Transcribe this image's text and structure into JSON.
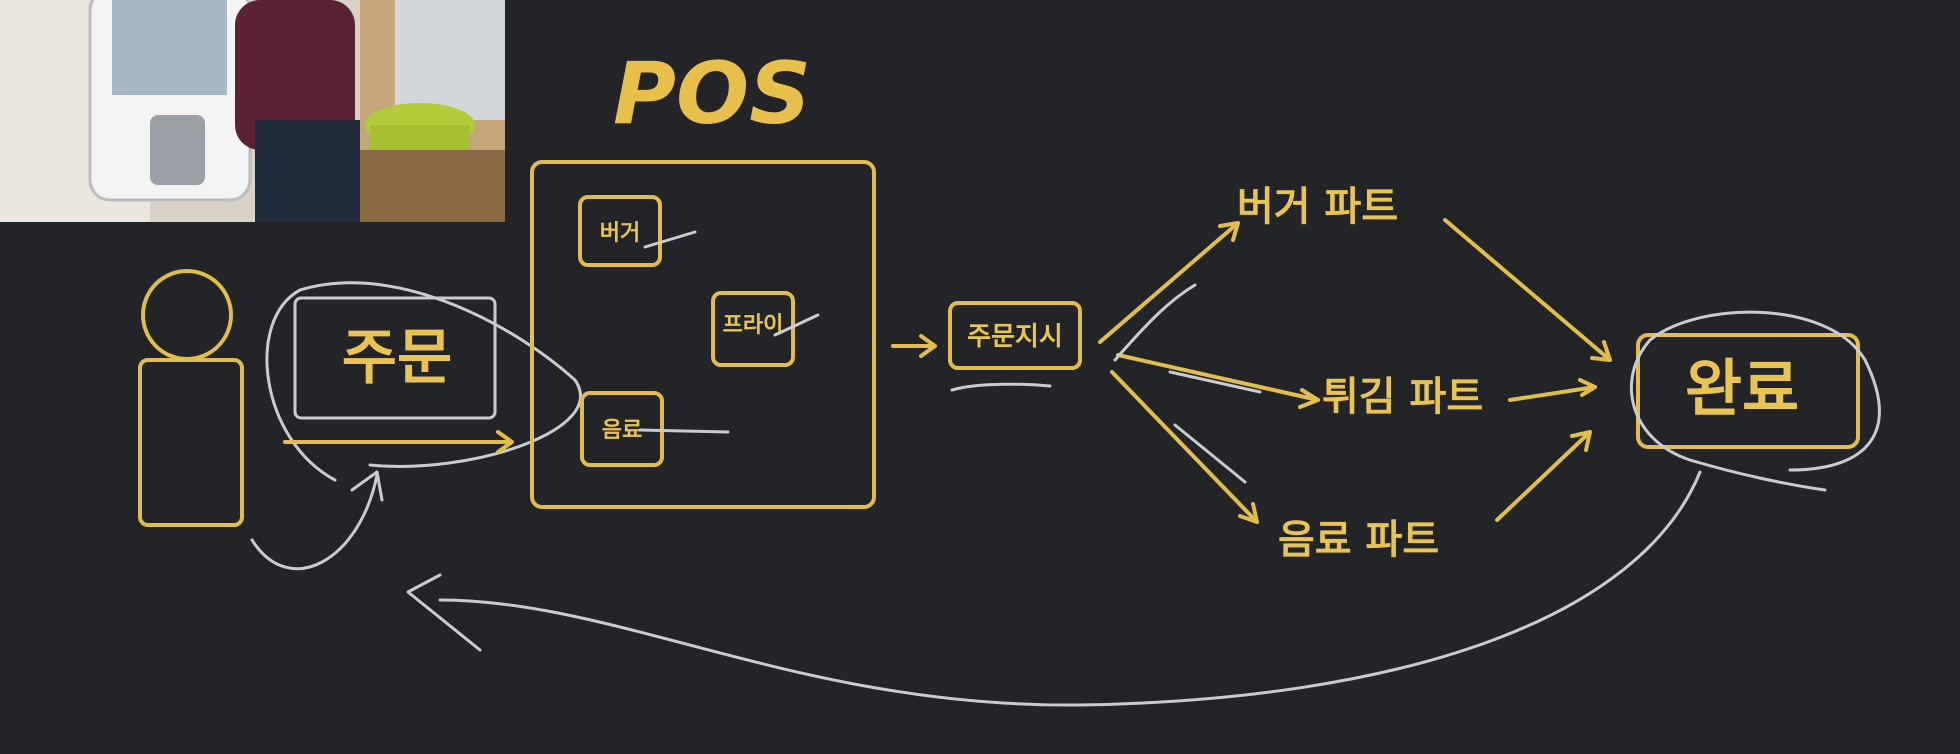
{
  "title": "POS",
  "customer": {
    "order_label": "주문"
  },
  "pos": {
    "burger": "버거",
    "fry": "프라이",
    "drink": "음료"
  },
  "instruction": "주문지시",
  "parts": {
    "burger": "버거 파트",
    "fry": "튀김 파트",
    "drink": "음료 파트"
  },
  "done": "완료",
  "colors": {
    "background": "#222428",
    "accent": "#e2bd4c",
    "annotation": "#c9cbd0"
  },
  "photo": {
    "description": "kiosk-photo",
    "icon": "kiosk-photo-icon"
  }
}
